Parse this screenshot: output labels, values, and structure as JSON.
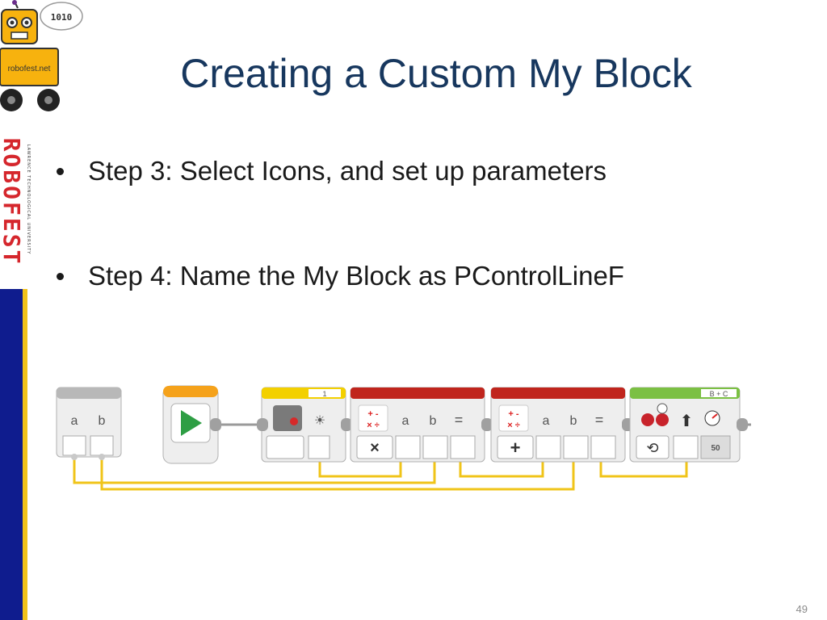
{
  "slide": {
    "title": "Creating a Custom My Block",
    "bullets": [
      "Step 3: Select Icons, and set up parameters",
      "Step 4: Name the My Block as PControlLineF"
    ],
    "page_number": "49"
  },
  "branding": {
    "logo_word": "ROBOFEST",
    "logo_subtitle": "LAWRENCE TECHNOLOGICAL UNIVERSITY",
    "mascot_sign": "robofest.net",
    "mascot_bubble": "1010"
  },
  "program": {
    "params_block": {
      "inputs": [
        "a",
        "b"
      ]
    },
    "start_block": {
      "icon": "play-icon"
    },
    "sensor_block": {
      "port": "1",
      "mode_icon": "light-icon",
      "sub_icon": "ruler-icon"
    },
    "math_multiply": {
      "op": "×",
      "operands": [
        "a",
        "b"
      ],
      "equals": "="
    },
    "math_add": {
      "op": "+",
      "operands": [
        "a",
        "b"
      ],
      "equals": "="
    },
    "steering_block": {
      "ports": "B + C",
      "power": "50",
      "mode_icon": "rotate-icon"
    }
  },
  "colors": {
    "title": "#17375e",
    "brand_red": "#d5262c",
    "brand_blue": "#0f1c8e",
    "brand_gold": "#f2c21b",
    "math_header": "#c0251d",
    "sensor_header": "#f3d000",
    "start_header": "#f5a21b",
    "motor_header": "#7bc043",
    "wire": "#f0c419"
  }
}
